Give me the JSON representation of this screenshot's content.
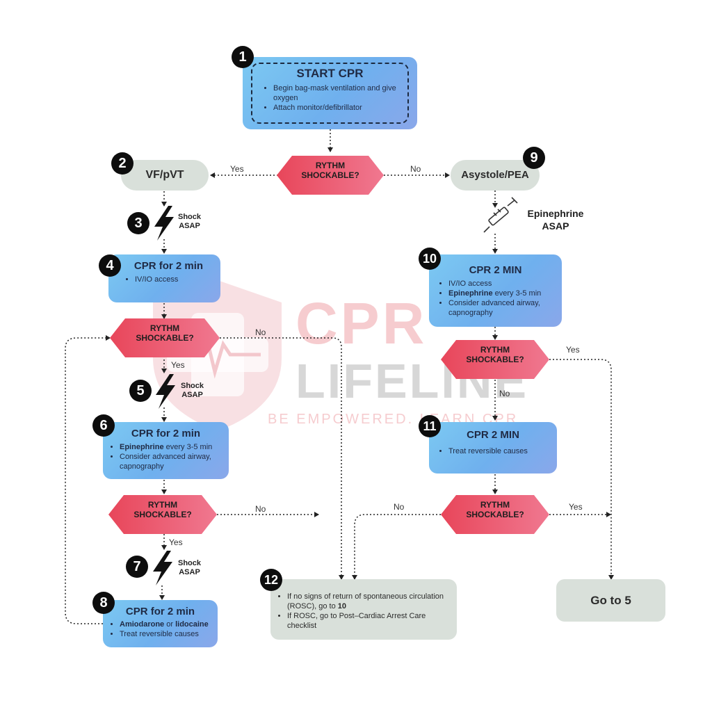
{
  "watermark": {
    "line1": "CPR",
    "line2": "LIFELINE",
    "tagline": "BE EMPOWERED. LEARN CPR"
  },
  "nodes": {
    "n1": {
      "num": "1",
      "title": "START CPR",
      "bullets": [
        "Begin bag-mask ventilation and give oxygen",
        "Attach monitor/defibrillator"
      ]
    },
    "n2": {
      "num": "2",
      "title": "VF/pVT"
    },
    "n3": {
      "num": "3",
      "label_line1": "Shock",
      "label_line2": "ASAP"
    },
    "n4": {
      "num": "4",
      "title": "CPR for 2 min",
      "bullets": [
        "IV/IO access"
      ]
    },
    "n5": {
      "num": "5",
      "label_line1": "Shock",
      "label_line2": "ASAP"
    },
    "n6": {
      "num": "6",
      "title": "CPR for 2 min",
      "b1_bold": "Epinephrine",
      "b1_rest": " every 3-5 min",
      "b2": "Consider advanced airway, capnography"
    },
    "n7": {
      "num": "7",
      "label_line1": "Shock",
      "label_line2": "ASAP"
    },
    "n8": {
      "num": "8",
      "title": "CPR for  2 min",
      "b1_bold1": "Amiodarone",
      "b1_mid": " or ",
      "b1_bold2": "lidocaine",
      "b2": "Treat reversible causes"
    },
    "n9": {
      "num": "9",
      "title": "Asystole/PEA"
    },
    "epi": {
      "line1": "Epinephrine",
      "line2": "ASAP"
    },
    "n10": {
      "num": "10",
      "title": "CPR 2 MIN",
      "b1": "IV/IO access",
      "b2_bold": "Epinephrine",
      "b2_rest": " every 3-5 min",
      "b3": "Consider advanced airway, capnography"
    },
    "n11": {
      "num": "11",
      "title": "CPR 2 MIN",
      "bullets": [
        "Treat reversible causes"
      ]
    },
    "n12": {
      "num": "12",
      "b1_pre": "If no signs of return of spontaneous circulation (ROSC), go to ",
      "b1_bold": "10",
      "b2": "If ROSC, go to Post–Cardiac Arrest Care checklist"
    },
    "goto": {
      "title": "Go to 5"
    }
  },
  "decisions": {
    "line1": "RYTHM",
    "line2": "SHOCKABLE?"
  },
  "edge_labels": {
    "yes": "Yes",
    "no": "No"
  },
  "colors": {
    "box_blue": "#7cc9f2",
    "box_gray": "#d9e0da",
    "diamond_red": "#e8465a",
    "diamond_pink": "#f07890",
    "number_badge": "#0d0d0d"
  }
}
